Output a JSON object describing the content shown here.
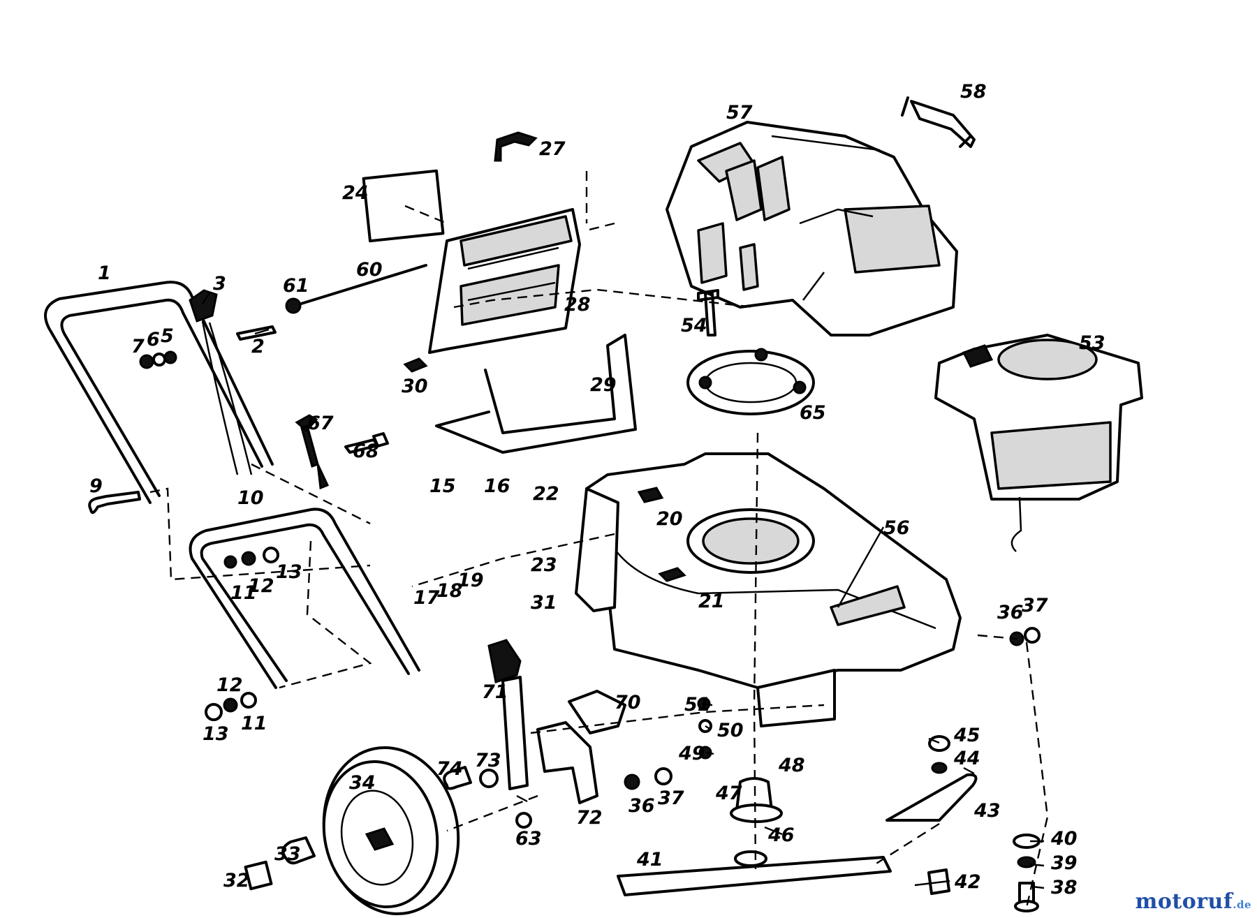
{
  "diagram": {
    "labels": {
      "p1": "1",
      "p2": "2",
      "p3": "3",
      "p5": "5",
      "p6": "6",
      "p7": "7",
      "p9": "9",
      "p10": "10",
      "p11a": "11",
      "p11b": "11",
      "p12a": "12",
      "p12b": "12",
      "p13a": "13",
      "p13b": "13",
      "p15": "15",
      "p16": "16",
      "p17": "17",
      "p18": "18",
      "p19": "19",
      "p20": "20",
      "p21": "21",
      "p22": "22",
      "p23": "23",
      "p24": "24",
      "p27": "27",
      "p28": "28",
      "p29": "29",
      "p30": "30",
      "p31": "31",
      "p32": "32",
      "p33": "33",
      "p34": "34",
      "p36a": "36",
      "p36b": "36",
      "p37a": "37",
      "p37b": "37",
      "p38": "38",
      "p39": "39",
      "p40": "40",
      "p41": "41",
      "p42": "42",
      "p43": "43",
      "p44": "44",
      "p45": "45",
      "p46": "46",
      "p47": "47",
      "p48": "48",
      "p49": "49",
      "p50": "50",
      "p51": "51",
      "p53": "53",
      "p54": "54",
      "p56": "56",
      "p57": "57",
      "p58": "58",
      "p60": "60",
      "p61": "61",
      "p63": "63",
      "p65": "65",
      "p67": "67",
      "p68": "68",
      "p70": "70",
      "p71": "71",
      "p72": "72",
      "p73": "73",
      "p74": "74"
    }
  },
  "watermark": {
    "word": "motoruf",
    "tld": ".de"
  }
}
